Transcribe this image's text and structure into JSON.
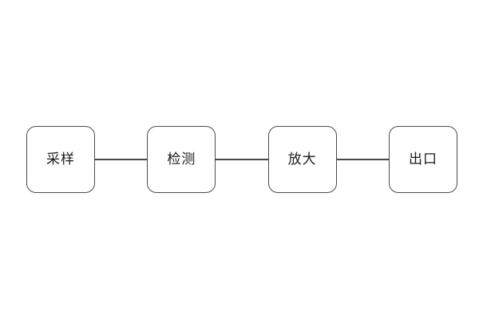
{
  "diagram": {
    "type": "flowchart",
    "direction": "left-to-right",
    "nodes": [
      {
        "id": "node-1",
        "label": "采样"
      },
      {
        "id": "node-2",
        "label": "检测"
      },
      {
        "id": "node-3",
        "label": "放大"
      },
      {
        "id": "node-4",
        "label": "出口"
      }
    ],
    "connections": [
      {
        "from": "采样",
        "to": "检测",
        "style": "plain-line"
      },
      {
        "from": "检测",
        "to": "放大",
        "style": "plain-line"
      },
      {
        "from": "放大",
        "to": "出口",
        "style": "plain-line"
      }
    ],
    "colors": {
      "background": "#ffffff",
      "node_fill": "#ffffff",
      "node_border": "#4a4a4a",
      "connector": "#4a4a4a",
      "text": "#1a1a1a"
    }
  }
}
